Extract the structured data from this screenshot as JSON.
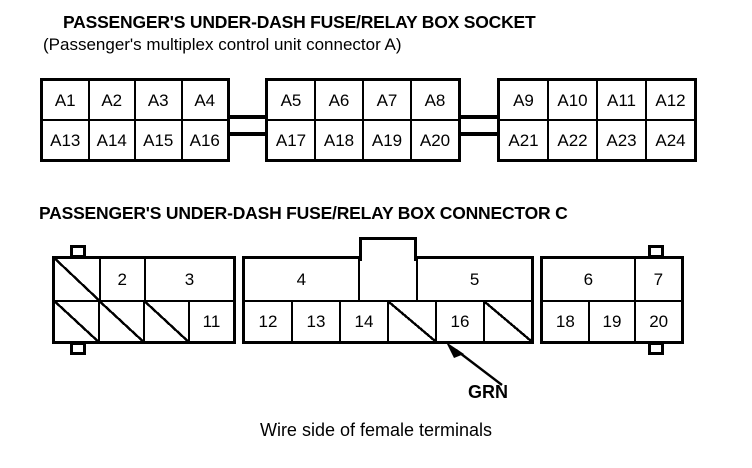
{
  "socket": {
    "title": "PASSENGER'S UNDER-DASH FUSE/RELAY BOX SOCKET",
    "subtitle": "(Passenger's multiplex control unit connector A)",
    "blocks": [
      {
        "name": "block-1",
        "top_row": [
          "A1",
          "A2",
          "A3",
          "A4"
        ],
        "bottom_row": [
          "A13",
          "A14",
          "A15",
          "A16"
        ]
      },
      {
        "name": "block-2",
        "top_row": [
          "A5",
          "A6",
          "A7",
          "A8"
        ],
        "bottom_row": [
          "A17",
          "A18",
          "A19",
          "A20"
        ]
      },
      {
        "name": "block-3",
        "top_row": [
          "A9",
          "A10",
          "A11",
          "A12"
        ],
        "bottom_row": [
          "A21",
          "A22",
          "A23",
          "A24"
        ]
      }
    ]
  },
  "connector_c": {
    "title": "PASSENGER'S UNDER-DASH FUSE/RELAY BOX CONNECTOR C",
    "segments": [
      {
        "name": "segment-1",
        "top_row": [
          {
            "label": "",
            "hatched": true,
            "span": 1
          },
          {
            "label": "2",
            "hatched": false,
            "span": 1
          },
          {
            "label": "3",
            "hatched": false,
            "span": 2
          }
        ],
        "bottom_row": [
          {
            "label": "",
            "hatched": true,
            "span": 1
          },
          {
            "label": "",
            "hatched": true,
            "span": 1
          },
          {
            "label": "",
            "hatched": true,
            "span": 1
          },
          {
            "label": "11",
            "hatched": false,
            "span": 1
          }
        ]
      },
      {
        "name": "segment-2",
        "top_row": [
          {
            "label": "4",
            "hatched": false,
            "span": 2
          },
          {
            "label": "",
            "hatched": false,
            "span": 1,
            "tower": true
          },
          {
            "label": "5",
            "hatched": false,
            "span": 2
          }
        ],
        "bottom_row": [
          {
            "label": "12",
            "hatched": false,
            "span": 1
          },
          {
            "label": "13",
            "hatched": false,
            "span": 1
          },
          {
            "label": "14",
            "hatched": false,
            "span": 1
          },
          {
            "label": "",
            "hatched": true,
            "span": 1
          },
          {
            "label": "16",
            "hatched": false,
            "span": 1
          },
          {
            "label": "",
            "hatched": true,
            "span": 1
          }
        ]
      },
      {
        "name": "segment-3",
        "top_row": [
          {
            "label": "6",
            "hatched": false,
            "span": 2
          },
          {
            "label": "7",
            "hatched": false,
            "span": 1
          }
        ],
        "bottom_row": [
          {
            "label": "18",
            "hatched": false,
            "span": 1
          },
          {
            "label": "19",
            "hatched": false,
            "span": 1
          },
          {
            "label": "20",
            "hatched": false,
            "span": 1
          }
        ]
      }
    ],
    "callout": {
      "label": "GRN",
      "points_to": "16"
    }
  },
  "caption": "Wire side of female terminals",
  "colors": {
    "ink": "#000000",
    "paper": "#ffffff"
  }
}
